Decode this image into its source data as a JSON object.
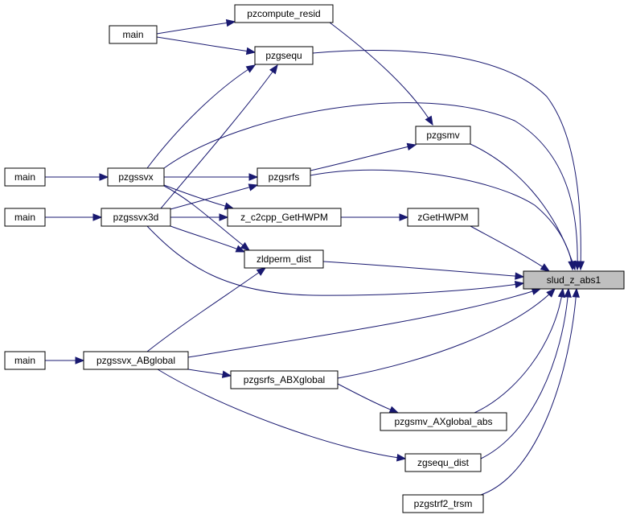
{
  "graph": {
    "edge_color": "#191970",
    "focus_fill": "#bfbfbf",
    "nodes": {
      "slud_z_abs1": "slud_z_abs1",
      "main_top": "main",
      "pzcompute_resid": "pzcompute_resid",
      "pzgsequ": "pzgsequ",
      "pzgsmv": "pzgsmv",
      "main_pzgssvx": "main",
      "pzgssvx": "pzgssvx",
      "pzgsrfs": "pzgsrfs",
      "main_pzgssvx3d": "main",
      "pzgssvx3d": "pzgssvx3d",
      "z_c2cpp_GetHWPM": "z_c2cpp_GetHWPM",
      "zGetHWPM": "zGetHWPM",
      "zldperm_dist": "zldperm_dist",
      "main_abglobal": "main",
      "pzgssvx_ABglobal": "pzgssvx_ABglobal",
      "pzgsrfs_ABXglobal": "pzgsrfs_ABXglobal",
      "pzgsmv_AXglobal_abs": "pzgsmv_AXglobal_abs",
      "zgsequ_dist": "zgsequ_dist",
      "pzgstrf2_trsm": "pzgstrf2_trsm"
    }
  }
}
